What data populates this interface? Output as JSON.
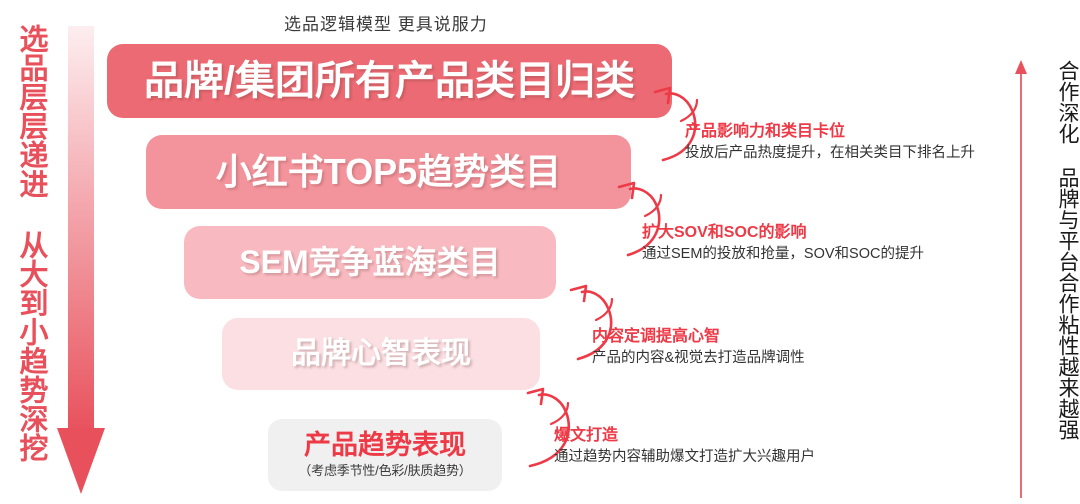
{
  "title": "选品逻辑模型  更具说服力",
  "left_caption": "选品层层递进 从大到小趋势深挖",
  "right_caption": "合作深化 品牌与平台合作粘性越来越强",
  "colors": {
    "accent": "#ed3a46",
    "bar1": "#ec6a73",
    "bar2": "#f3949c",
    "bar3": "#f8bac0",
    "bar4": "#fbdfe2",
    "bar5": "#f0f0f0",
    "arrow": "#e8505b",
    "text": "#333333"
  },
  "pyramid": [
    {
      "label": "品牌/集团所有产品类目归类",
      "sub": ""
    },
    {
      "label": "小红书TOP5趋势类目",
      "sub": ""
    },
    {
      "label": "SEM竞争蓝海类目",
      "sub": ""
    },
    {
      "label": "品牌心智表现",
      "sub": ""
    },
    {
      "label": "产品趋势表现",
      "sub": "（考虑季节性/色彩/肤质趋势）"
    }
  ],
  "annotations": [
    {
      "title": "产品影响力和类目卡位",
      "desc": "投放后产品热度提升，在相关类目下排名上升"
    },
    {
      "title": "扩大SOV和SOC的影响",
      "desc": "通过SEM的投放和抢量，SOV和SOC的提升"
    },
    {
      "title": "内容定调提高心智",
      "desc": "产品的内容&视觉去打造品牌调性"
    },
    {
      "title": "爆文打造",
      "desc": "通过趋势内容辅助爆文打造扩大兴趣用户"
    }
  ],
  "icons": {
    "down_arrow": "down-arrow-icon",
    "up_arrow": "up-arrow-icon",
    "curved_arrow": "curved-arrow-icon"
  }
}
